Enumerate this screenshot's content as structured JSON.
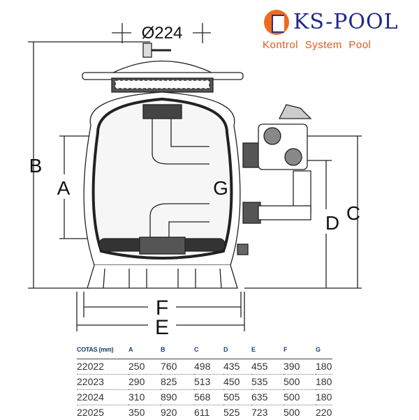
{
  "brand": {
    "name": "KS-POOL",
    "tagline": "Kontrol System Pool",
    "orange": "#ee6a1e",
    "blue": "#1f2a86"
  },
  "dimensions": {
    "diameter": "Ø224",
    "A": "A",
    "B": "B",
    "C": "C",
    "D": "D",
    "E": "E",
    "F": "F",
    "G": "G"
  },
  "table": {
    "headers": [
      "COTAS (mm)",
      "A",
      "B",
      "C",
      "D",
      "E",
      "F",
      "G"
    ],
    "rows": [
      [
        "22022",
        "250",
        "760",
        "498",
        "435",
        "455",
        "390",
        "180"
      ],
      [
        "22023",
        "290",
        "825",
        "513",
        "450",
        "535",
        "500",
        "180"
      ],
      [
        "22024",
        "310",
        "890",
        "568",
        "505",
        "635",
        "500",
        "180"
      ],
      [
        "22025",
        "350",
        "920",
        "611",
        "525",
        "723",
        "500",
        "220"
      ]
    ]
  }
}
